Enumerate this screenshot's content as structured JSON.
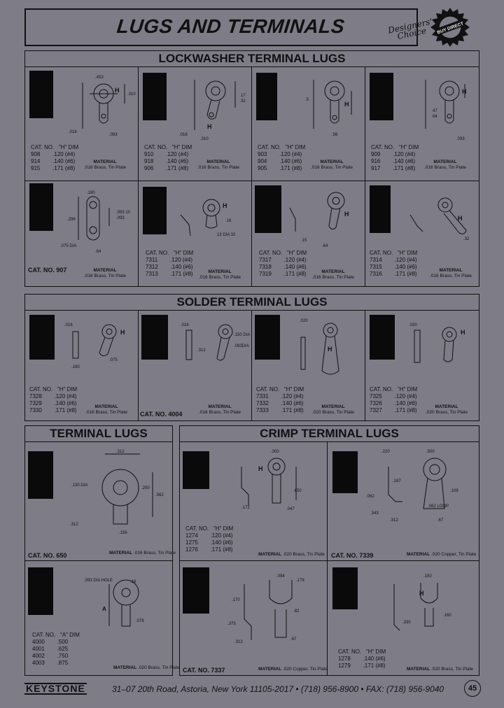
{
  "page": {
    "title": "LUGS AND TERMINALS",
    "designers_choice": "Designers' Choice",
    "badge_text": "BUY DIRECT",
    "footer": {
      "logo": "KEYSTONE",
      "address": "31–07 20th Road, Astoria, New York 11105-2017 • (718) 956-8900 • FAX: (718) 956-9040",
      "page_number": "45"
    }
  },
  "lockwasher": {
    "heading": "LOCKWASHER TERMINAL LUGS",
    "row1": [
      {
        "cat_header": "CAT. NO.",
        "dim_header": "\"H\" DIM",
        "rows": [
          [
            "908",
            ".120 (#4)"
          ],
          [
            "914",
            ".140 (#6)"
          ],
          [
            "915",
            ".171 (#8)"
          ]
        ],
        "mat_title": "MATERIAL",
        "mat": ".016 Brass, Tin Plate"
      },
      {
        "cat_header": "CAT. NO.",
        "dim_header": "\"H\" DIM",
        "rows": [
          [
            "910",
            ".120 (#4)"
          ],
          [
            "918",
            ".140 (#6)"
          ],
          [
            "906",
            ".171 (#8)"
          ]
        ],
        "mat_title": "MATERIAL",
        "mat": ".016 Brass, Tin Plate"
      },
      {
        "cat_header": "CAT. NO.",
        "dim_header": "\"H\" DIM",
        "rows": [
          [
            "903",
            ".120 (#4)"
          ],
          [
            "904",
            ".140 (#6)"
          ],
          [
            "905",
            ".171 (#8)"
          ]
        ],
        "mat_title": "MATERIAL",
        "mat": ".016 Brass, Tin Plate"
      },
      {
        "cat_header": "CAT. NO.",
        "dim_header": "\"H\" DIM",
        "rows": [
          [
            "909",
            ".120 (#4)"
          ],
          [
            "916",
            ".140 (#6)"
          ],
          [
            "917",
            ".171 (#8)"
          ]
        ],
        "mat_title": "MATERIAL",
        "mat": ".016 Brass, Tin Plate"
      }
    ],
    "row2": [
      {
        "cat_single": "CAT. NO. 907",
        "mat_title": "MATERIAL",
        "mat": ".016 Brass, Tin Plate"
      },
      {
        "cat_header": "CAT. NO.",
        "dim_header": "\"H\" DIM",
        "rows": [
          [
            "7311",
            ".120 (#4)"
          ],
          [
            "7312",
            ".140 (#6)"
          ],
          [
            "7313",
            ".171 (#8)"
          ]
        ],
        "mat_title": "MATERIAL",
        "mat": ".016 Brass, Tin Plate"
      },
      {
        "cat_header": "CAT. NO.",
        "dim_header": "\"H\" DIM",
        "rows": [
          [
            "7317",
            ".120 (#4)"
          ],
          [
            "7318",
            ".140 (#6)"
          ],
          [
            "7319",
            ".171 (#8)"
          ]
        ],
        "mat_title": "MATERIAL",
        "mat": ".016 Brass, Tin Plate"
      },
      {
        "cat_header": "CAT. NO.",
        "dim_header": "\"H\" DIM",
        "rows": [
          [
            "7314",
            ".120 (#4)"
          ],
          [
            "7315",
            ".140 (#6)"
          ],
          [
            "7316",
            ".171 (#8)"
          ]
        ],
        "mat_title": "MATERIAL",
        "mat": ".016 Brass, Tin Plate"
      }
    ]
  },
  "solder": {
    "heading": "SOLDER TERMINAL LUGS",
    "cells": [
      {
        "cat_header": "CAT. NO.",
        "dim_header": "\"H\" DIM",
        "rows": [
          [
            "7328",
            ".120 (#4)"
          ],
          [
            "7329",
            ".140 (#6)"
          ],
          [
            "7330",
            ".171 (#8)"
          ]
        ],
        "mat_title": "MATERIAL",
        "mat": ".016 Brass, Tin Plate"
      },
      {
        "cat_single": "CAT. NO. 4004",
        "mat_title": "MATERIAL",
        "mat": ".016 Brass, Tin Plate"
      },
      {
        "cat_header": "CAT. NO.",
        "dim_header": "\"H\" DIM",
        "rows": [
          [
            "7331",
            ".120 (#4)"
          ],
          [
            "7332",
            ".140 (#6)"
          ],
          [
            "7333",
            ".171 (#8)"
          ]
        ],
        "mat_title": "MATERIAL",
        "mat": ".020 Brass, Tin Plate"
      },
      {
        "cat_header": "CAT. NO.",
        "dim_header": "\"H\" DIM",
        "rows": [
          [
            "7325",
            ".120 (#4)"
          ],
          [
            "7326",
            ".140 (#6)"
          ],
          [
            "7327",
            ".171 (#8)"
          ]
        ],
        "mat_title": "MATERIAL",
        "mat": ".020 Brass, Tin Plate"
      }
    ]
  },
  "terminal": {
    "heading": "TERMINAL LUGS",
    "top": {
      "cat_single": "CAT. NO. 650",
      "mat_title": "MATERIAL",
      "mat": ".016 Brass, Tin Plate"
    },
    "bottom": {
      "cat_header": "CAT. NO.",
      "dim_header": "\"A\" DIM",
      "rows": [
        [
          "4000",
          ".500"
        ],
        [
          "4001",
          ".625"
        ],
        [
          "4002",
          ".750"
        ],
        [
          "4003",
          ".875"
        ]
      ],
      "mat_title": "MATERIAL",
      "mat": ".020 Brass, Tin Plate"
    }
  },
  "crimp": {
    "heading": "CRIMP TERMINAL LUGS",
    "top_left": {
      "cat_header": "CAT. NO.",
      "dim_header": "\"H\" DIM",
      "rows": [
        [
          "1274",
          ".120 (#4)"
        ],
        [
          "1275",
          ".140 (#6)"
        ],
        [
          "1276",
          ".171 (#8)"
        ]
      ],
      "mat_title": "MATERIAL",
      "mat": ".020 Brass, Tin Plate"
    },
    "top_right": {
      "cat_single": "CAT. NO. 7339",
      "mat_title": "MATERIAL",
      "mat": ".020 Copper, Tin Plate"
    },
    "bottom_left": {
      "cat_single": "CAT. NO. 7337",
      "mat_title": "MATERIAL",
      "mat": ".020 Copper, Tin Plate"
    },
    "bottom_right": {
      "cat_header": "CAT. NO.",
      "dim_header": "\"H\" DIM",
      "rows": [
        [
          "1278",
          ".140 (#6)"
        ],
        [
          "1279",
          ".171 (#8)"
        ]
      ],
      "mat_title": "MATERIAL",
      "mat": ".020 Brass, Tin Plate"
    }
  }
}
